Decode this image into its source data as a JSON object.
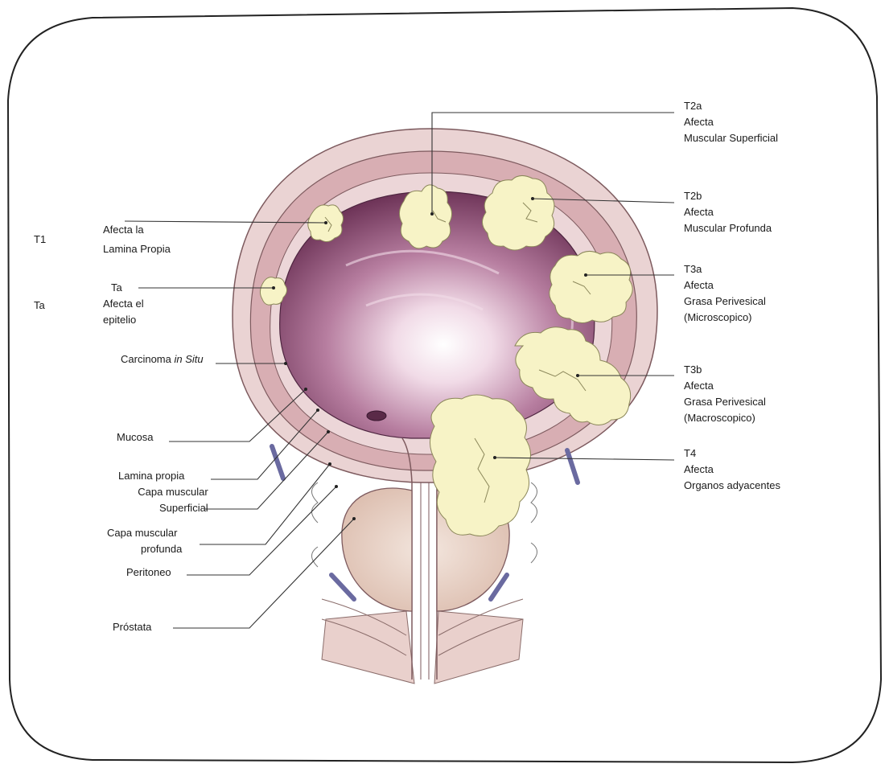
{
  "stage_labels": {
    "t1": "T1",
    "ta": "Ta"
  },
  "left_labels": {
    "lamina_afecta": [
      "Afecta la",
      "Lamina Propia"
    ],
    "ta_tag": "Ta",
    "epitelio": [
      "Afecta el",
      "epitelio"
    ],
    "cis_prefix": "Carcinoma ",
    "cis_italic": "in Situ",
    "mucosa": "Mucosa",
    "lamina_propria": "Lamina propia",
    "capa_superficial": [
      "Capa muscular",
      "Superficial"
    ],
    "capa_profunda": [
      "Capa muscular",
      "profunda"
    ],
    "peritoneo": "Peritoneo",
    "prostata": "Próstata"
  },
  "right_labels": {
    "t2a": [
      "T2a",
      "Afecta",
      "Muscular Superficial"
    ],
    "t2b": [
      "T2b",
      "Afecta",
      "Muscular Profunda"
    ],
    "t3a": [
      "T3a",
      "Afecta",
      "Grasa Perivesical",
      "(Microscopico)"
    ],
    "t3b": [
      "T3b",
      "Afecta",
      "Grasa Perivesical",
      "(Macroscopico)"
    ],
    "t4": [
      "T4",
      "Afecta",
      "Organos adyacentes"
    ]
  },
  "colors": {
    "frame": "#222222",
    "leader": "#333333",
    "wall_outer": "#e8cfcf",
    "wall_muscle": "#d9aeb2",
    "lumen": "#7b3e64",
    "lumen_light": "#f6e9f0",
    "tumor": "#f7f3c6",
    "tumor_edge": "#8b875a",
    "prostate": "#e9d3c8"
  }
}
